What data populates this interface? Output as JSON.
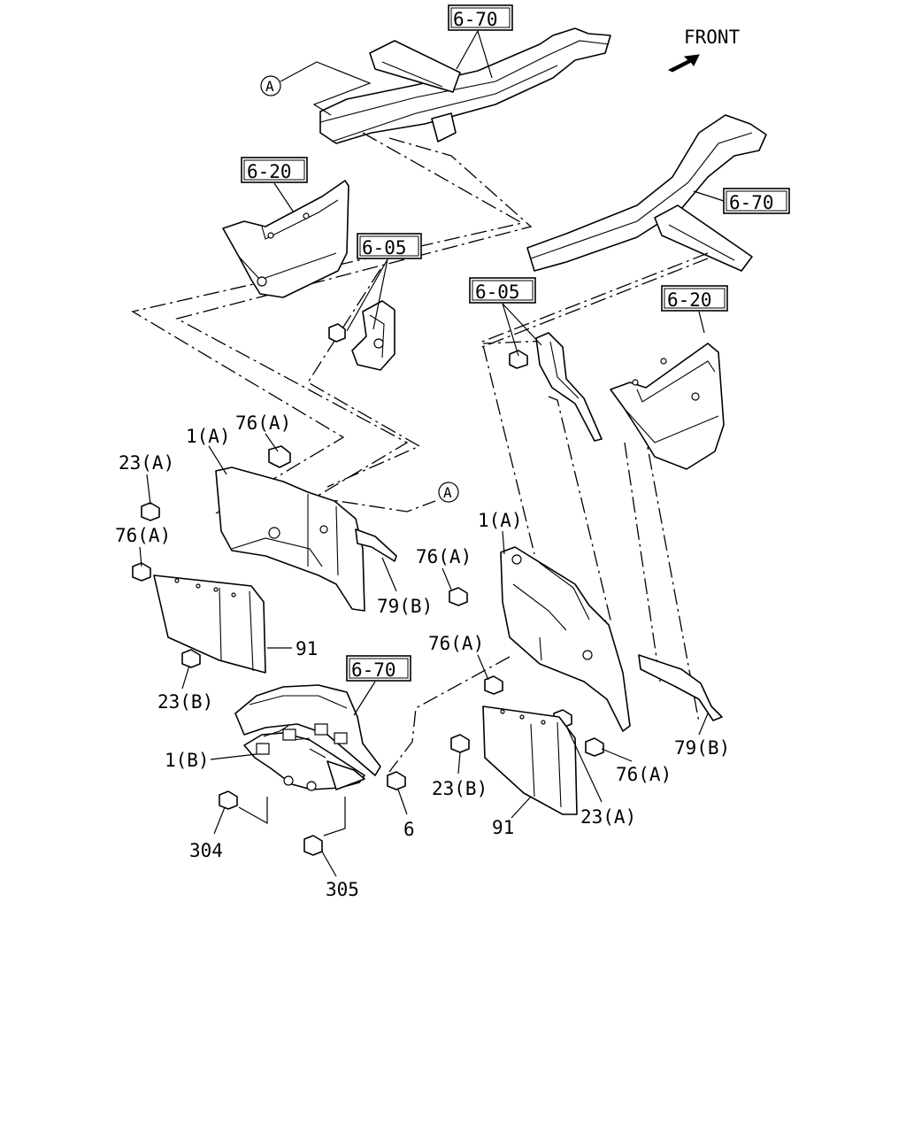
{
  "header": {
    "direction_label": "FRONT"
  },
  "refs": {
    "top_6_70": "6-70",
    "right_6_70": "6-70",
    "mid_6_70": "6-70",
    "left_6_20": "6-20",
    "right_6_20": "6-20",
    "left_6_05": "6-05",
    "right_6_05": "6-05",
    "circle_a_top": "A",
    "circle_a_mid": "A"
  },
  "callouts": {
    "l_1a": "1(A)",
    "l_76a_top": "76(A)",
    "l_23a": "23(A)",
    "l_76a_side": "76(A)",
    "l_79b": "79(B)",
    "l_91": "91",
    "l_23b": "23(B)",
    "r_1a": "1(A)",
    "r_76a_top": "76(A)",
    "r_76a_mid": "76(A)",
    "r_79b": "79(B)",
    "r_76a_low": "76(A)",
    "r_23b": "23(B)",
    "r_23a": "23(A)",
    "r_91": "91",
    "b_1b": "1(B)",
    "b_304": "304",
    "b_305": "305",
    "b_6": "6"
  }
}
